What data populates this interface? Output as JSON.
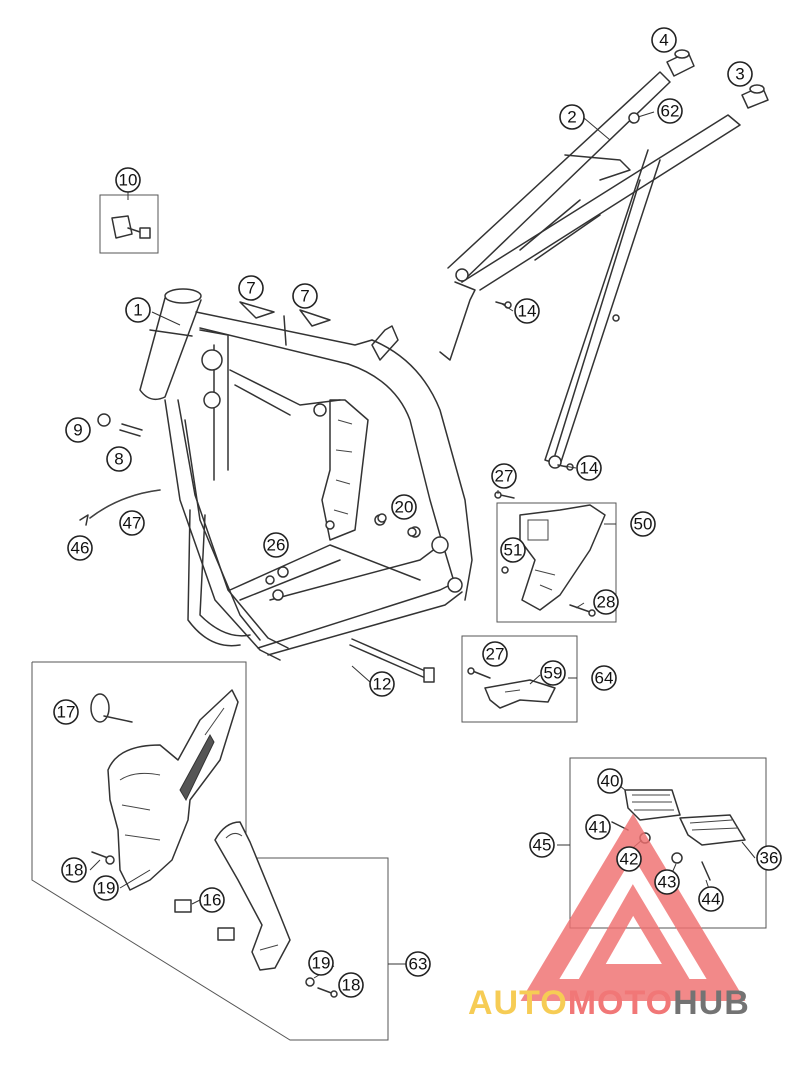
{
  "diagram": {
    "callouts": {
      "c1": "1",
      "c2": "2",
      "c3": "3",
      "c4": "4",
      "c62": "62",
      "c10": "10",
      "c7a": "7",
      "c7b": "7",
      "c14a": "14",
      "c14b": "14",
      "c9": "9",
      "c8": "8",
      "c47": "47",
      "c46": "46",
      "c26": "26",
      "c20": "20",
      "c27a": "27",
      "c50": "50",
      "c51": "51",
      "c28": "28",
      "c27b": "27",
      "c59": "59",
      "c64": "64",
      "c12": "12",
      "c17": "17",
      "c18a": "18",
      "c19a": "19",
      "c16": "16",
      "c19b": "19",
      "c18b": "18",
      "c63": "63",
      "c40": "40",
      "c41": "41",
      "c42": "42",
      "c45": "45",
      "c36": "36",
      "c43": "43",
      "c44": "44"
    }
  },
  "watermark": {
    "parts": {
      "auto": "AUTO",
      "moto": "MOTO",
      "hub": "HUB"
    },
    "colors": {
      "auto": "#f5c230",
      "moto": "#ef5a5a",
      "hub": "#555555",
      "triangle": "#f07070"
    }
  }
}
